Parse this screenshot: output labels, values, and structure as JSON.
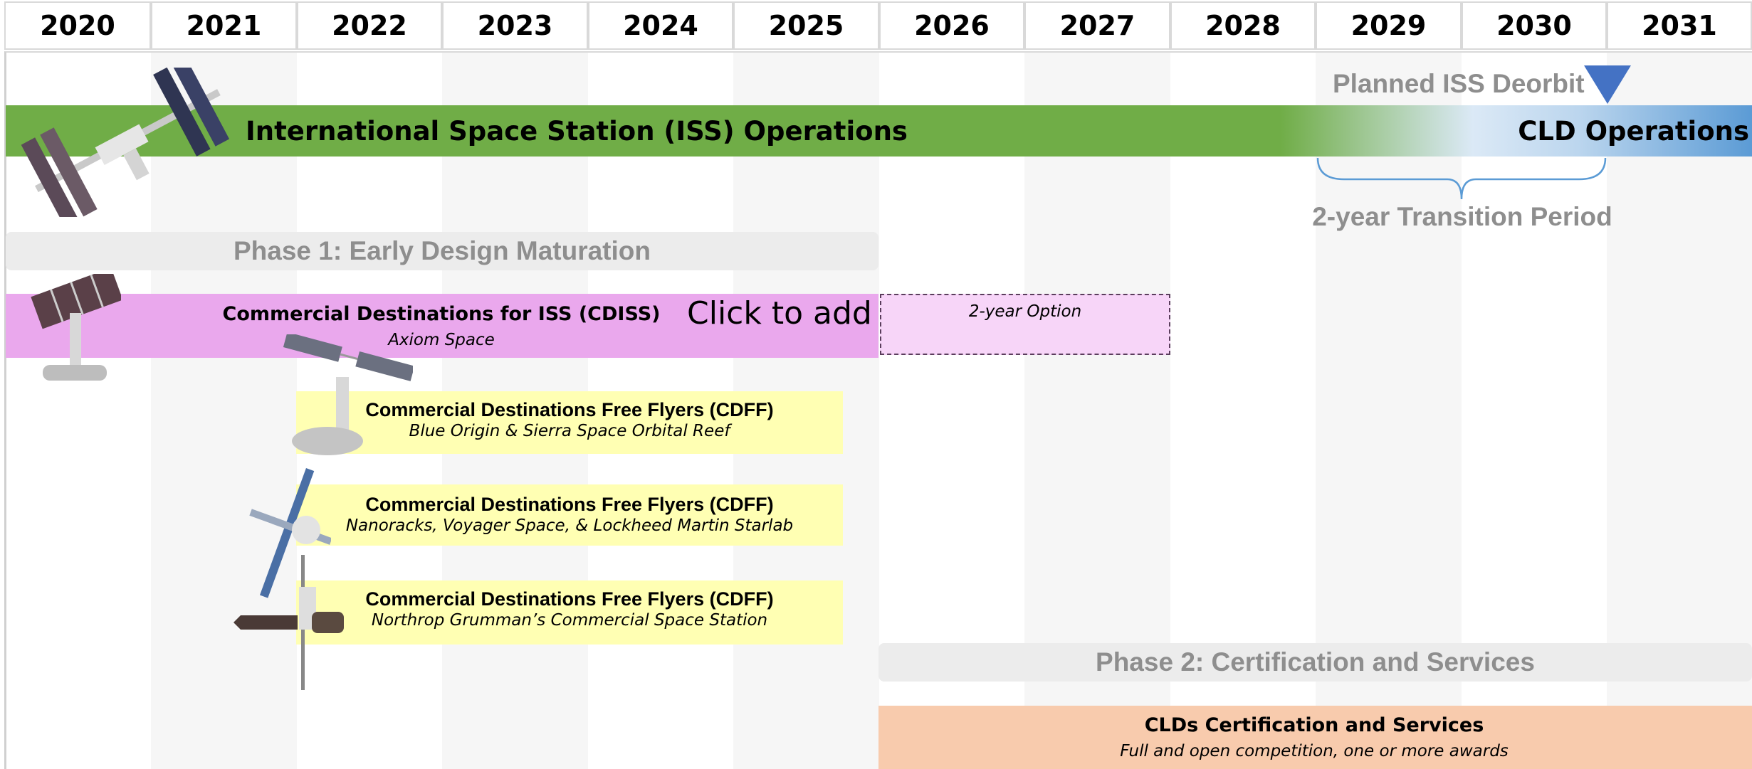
{
  "years": [
    "2020",
    "2021",
    "2022",
    "2023",
    "2024",
    "2025",
    "2026",
    "2027",
    "2028",
    "2029",
    "2030",
    "2031"
  ],
  "iss": {
    "label": "International Space Station (ISS) Operations",
    "next_label": "CLD Operations",
    "color": "#70ad47",
    "next_color": "#5b9bd5"
  },
  "deorbit": {
    "label": "Planned ISS Deorbit",
    "marker_color": "#4472c4"
  },
  "transition": {
    "label": "2-year Transition Period",
    "brace_color": "#5b9bd5"
  },
  "phase1": {
    "label": "Phase 1: Early Design Maturation"
  },
  "phase2": {
    "label": "Phase 2: Certification and Services"
  },
  "cdiss": {
    "title": "Commercial Destinations for ISS (CDISS)",
    "subtitle": "Axiom Space",
    "placeholder": "Click to add text",
    "option_label": "2-year Option",
    "color": "#eaa8ed"
  },
  "cdff": [
    {
      "title": "Commercial Destinations Free Flyers (CDFF)",
      "subtitle": "Blue Origin & Sierra Space Orbital Reef"
    },
    {
      "title": "Commercial Destinations Free Flyers (CDFF)",
      "subtitle": "Nanoracks, Voyager Space, & Lockheed Martin Starlab"
    },
    {
      "title": "Commercial Destinations Free Flyers (CDFF)",
      "subtitle": "Northrop Grumman’s Commercial Space Station"
    }
  ],
  "cld_services": {
    "title": "CLDs Certification and Services",
    "subtitle": "Full and open competition, one or more awards",
    "color": "#f8cbad"
  }
}
